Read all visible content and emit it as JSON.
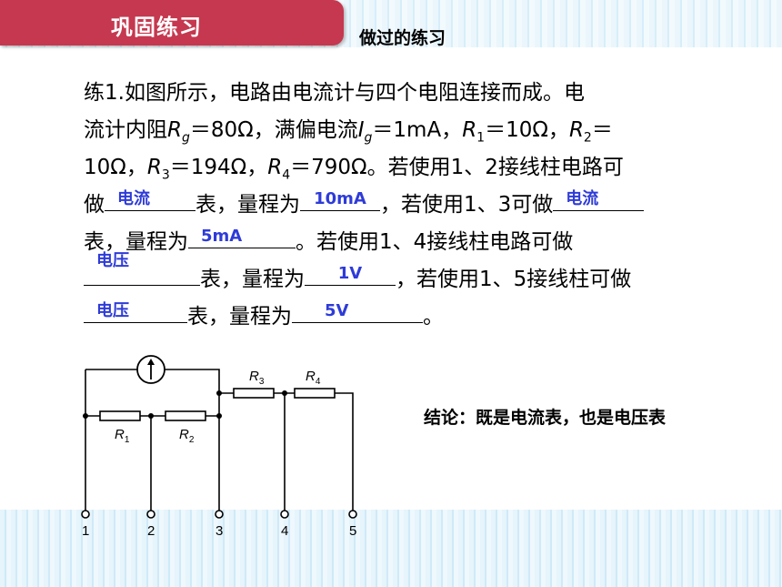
{
  "header": {
    "title": "巩固练习",
    "subtitle": "做过的练习"
  },
  "problem": {
    "l1": "练1.如图所示，电路由电流计与四个电阻连接而成。电",
    "l2a": "流计内阻",
    "l2b": "＝80Ω，满偏电流",
    "l2c": "＝1mA，",
    "l2d": "＝10Ω，",
    "l2e": "＝",
    "l3a": "10Ω，",
    "l3b": "＝194Ω，",
    "l3c": "＝790Ω。若使用1、2接线柱电路可",
    "l4a": "做",
    "l4b": "表，量程为",
    "l4c": "，若使用1、3可做",
    "l5a": "表，量程为",
    "l5b": "。若使用1、4接线柱电路可做",
    "l6a": "表，量程为",
    "l6b": "，若使用1、5接线柱可做",
    "l7a": "表，量程为",
    "l7b": "。",
    "R": "R",
    "I": "I",
    "g": "g",
    "s1": "1",
    "s2": "2",
    "s3": "3",
    "s4": "4"
  },
  "answers": {
    "a1": "电流",
    "a2": "10mA",
    "a3": "电流",
    "a4": "5mA",
    "a5": "电压",
    "a6": "1V",
    "a7": "电压",
    "a8": "5V"
  },
  "circuit": {
    "r1": "R",
    "r1_sub": "1",
    "r2": "R",
    "r2_sub": "2",
    "r3": "R",
    "r3_sub": "3",
    "r4": "R",
    "r4_sub": "4",
    "t1": "1",
    "t2": "2",
    "t3": "3",
    "t4": "4",
    "t5": "5"
  },
  "conclusion": "结论：既是电流表，也是电压表"
}
